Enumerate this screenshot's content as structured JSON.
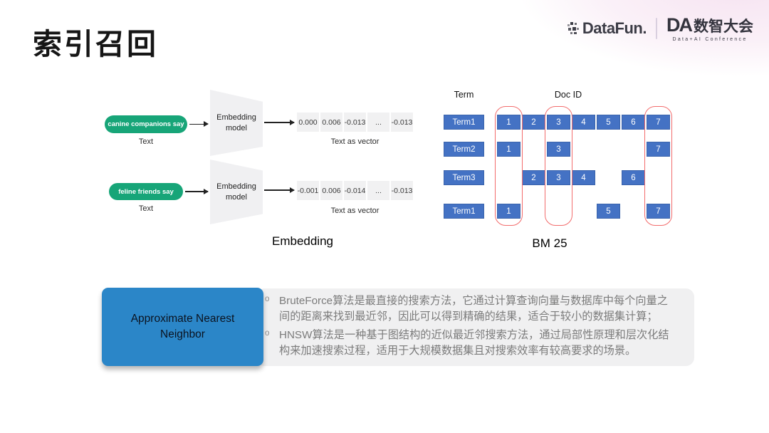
{
  "slide": {
    "title": "索引召回",
    "brand": {
      "datafun_logo": "DataFun.",
      "da_mark": "DA",
      "conference_name": "数智大会",
      "conference_subtitle": "Data+AI Conference"
    }
  },
  "embedding_diagram": {
    "caption": "Embedding",
    "rows": [
      {
        "input_text": "canine companions say",
        "input_label": "Text",
        "model_label": "Embedding model",
        "vector": [
          "0.000",
          "0.006",
          "-0.013",
          "...",
          "-0.013"
        ],
        "vector_label": "Text as vector"
      },
      {
        "input_text": "feline friends say",
        "input_label": "Text",
        "model_label": "Embedding model",
        "vector": [
          "-0.001",
          "0.006",
          "-0.014",
          "...",
          "-0.013"
        ],
        "vector_label": "Text as vector"
      }
    ]
  },
  "bm25_diagram": {
    "caption": "BM 25",
    "term_header": "Term",
    "doc_header": "Doc ID",
    "columns": 7,
    "rows": [
      {
        "term": "Term1",
        "docs": [
          1,
          2,
          3,
          4,
          5,
          6,
          7
        ]
      },
      {
        "term": "Term2",
        "docs": [
          1,
          3,
          7
        ]
      },
      {
        "term": "Term3",
        "docs": [
          2,
          3,
          4,
          6
        ]
      },
      {
        "term": "Term1",
        "docs": [
          1,
          5,
          7
        ]
      }
    ],
    "highlighted_columns": [
      1,
      3,
      7
    ]
  },
  "ann_section": {
    "box_label": "Approximate Nearest Neighbor",
    "bullet_marker": "o",
    "bullets": [
      "BruteForce算法是最直接的搜索方法，它通过计算查询向量与数据库中每个向量之间的距离来找到最近邻，因此可以得到精确的结果，适合于较小的数据集计算；",
      "HNSW算法是一种基于图结构的近似最近邻搜索方法，通过局部性原理和层次化结构来加速搜索过程，适用于大规模数据集且对搜索效率有较高要求的场景。"
    ]
  },
  "colors": {
    "accent_blue": "#4472C4",
    "ann_blue": "#2B86C8",
    "pill_green": "#17A578",
    "highlight_red": "#F26C6C",
    "panel_gray": "#F0F0F1",
    "header_gradient_pink": "#F6E3F1"
  }
}
